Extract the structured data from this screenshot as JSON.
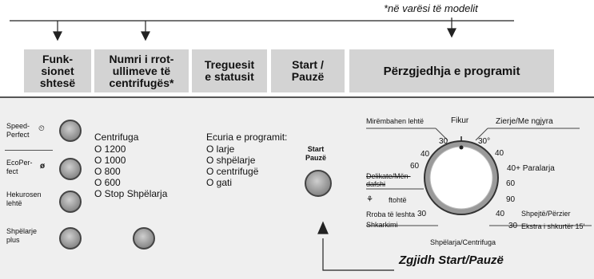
{
  "note": "*në varësi të modelit",
  "headers": [
    {
      "label": "Funk-\nsionet\nshtesë"
    },
    {
      "label": "Numri i rrot-\nullimeve të\ncentrifugës*"
    },
    {
      "label": "Treguesit\ne statusit"
    },
    {
      "label": "Start /\nPauzë"
    },
    {
      "label": "Përzgjedhja e programit"
    }
  ],
  "extra_functions": [
    {
      "label": "Speed-\nPerfect",
      "icon": "timer-icon"
    },
    {
      "label": "EcoPer-\nfect",
      "icon": "eco-icon"
    },
    {
      "label": "Hekurosen\nlehtë",
      "icon": ""
    },
    {
      "label": "Shpëlarje\nplus",
      "icon": ""
    }
  ],
  "spin": {
    "title": "Centrifuga",
    "options": [
      "O 1200",
      "O 1000",
      "O  800",
      "O  600",
      "O  Stop Shpëlarja"
    ]
  },
  "status": {
    "title": "Ecuria e programit:",
    "options": [
      "O larje",
      "O shpëlarje",
      "O centrifugë",
      "O gati"
    ]
  },
  "start": {
    "label": "Start\nPauzë"
  },
  "dial": {
    "top_labels": {
      "left": "Mirëmbahen lehtë",
      "center": "Fikur",
      "right": "Zierje/Me ngjyra"
    },
    "left_labels": {
      "delicate": "Delikate/Mën-\ndafshi",
      "cold": "ftohtë",
      "wool": "Rroba të leshta",
      "spin": "Shkarkimi"
    },
    "right_labels": {
      "prewash": "40+ Paralarja",
      "mix": "Shpejtë/Përzier",
      "express": "Ekstra i shkurtër 15'"
    },
    "bottom": "Shpëlarja/Centrifuga",
    "numbers": {
      "n30_top": "30",
      "n30deg": "30°",
      "n40_l": "40",
      "n60_l": "60",
      "n40_r": "40",
      "n60_r": "60",
      "n90": "90",
      "n40_br": "40",
      "n30_wool": "30",
      "n30_express": "30"
    }
  },
  "instruction": "Zgjidh Start/Pauzë"
}
